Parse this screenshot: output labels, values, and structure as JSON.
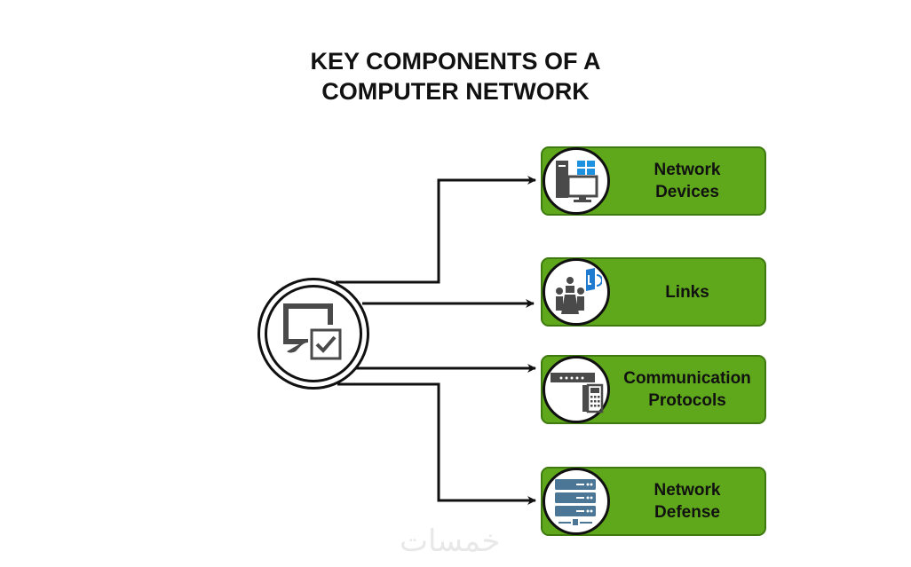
{
  "diagram": {
    "title_line1": "KEY COMPONENTS OF A",
    "title_line2": "COMPUTER NETWORK",
    "hub": {
      "icon": "monitor-checklist-icon"
    },
    "components": [
      {
        "label": "Network\nDevices",
        "icon": "computer-windows-icon"
      },
      {
        "label": "Links",
        "icon": "meeting-people-link-icon"
      },
      {
        "label": "Communication\nProtocols",
        "icon": "router-phone-icon"
      },
      {
        "label": "Network\nDefense",
        "icon": "server-rack-icon"
      }
    ],
    "colors": {
      "card_fill": "#5fa81b",
      "card_border": "#3e7a10",
      "line": "#111111",
      "icon_gray": "#4a4a4a",
      "icon_blue": "#1e7bd0",
      "server_blue": "#4b7696"
    },
    "watermark": "خمسات"
  }
}
